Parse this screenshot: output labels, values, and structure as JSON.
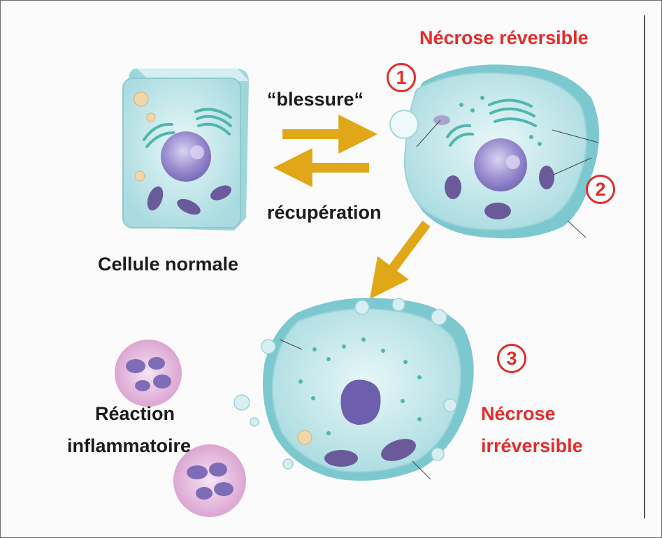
{
  "labels": {
    "necrose_reversible": "Nécrose réversible",
    "blessure": "“blessure“",
    "recuperation": "récupération",
    "cellule_normale": "Cellule normale",
    "reaction": "Réaction",
    "inflammatoire": "inflammatoire",
    "necrose": "Nécrose",
    "irreversible": "irréversible"
  },
  "markers": [
    "1",
    "2",
    "3"
  ],
  "colors": {
    "label_red": "#e62b2b",
    "arrow_gold": "#e0a818",
    "cytoplasm": "#bfe6ea",
    "nucleus": "#8f82c7",
    "mitochondria": "#6a5a9a",
    "inflammatory_cell": "#e7b6dc"
  }
}
